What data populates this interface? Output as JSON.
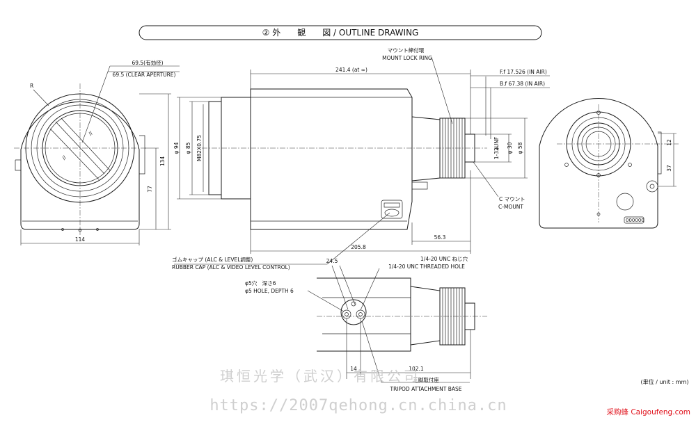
{
  "title": "② 外　　観　　図 / OUTLINE DRAWING",
  "front_view": {
    "radius_label": "R",
    "clear_aperture_jp": "69.5(有効径)",
    "clear_aperture_en": "69.5 (CLEAR APERTURE)",
    "height_total": "134",
    "height_center": "77",
    "width": "114"
  },
  "side_view": {
    "overall_length": "241.4 (at ∞)",
    "mount_lock_ring_jp": "マウント締付環",
    "mount_lock_ring_en": "MOUNT LOCK RING",
    "flange_focal": "F.f 17.526 (IN AIR)",
    "back_focal": "B.f 67.38 (IN AIR)",
    "diameter_94": "φ 94",
    "diameter_85": "φ 85",
    "filter_thread": "M82X0.75",
    "unf_thread": "1-32UNF",
    "diameter_30": "φ 30",
    "diameter_58": "φ 58",
    "c_mount_jp": "C マウント",
    "c_mount_en": "C-MOUNT",
    "length_56": "56.3",
    "length_205": "205.8",
    "rubber_cap_jp": "ゴムキャップ (ALC & LEVEL調整)",
    "rubber_cap_en": "RUBBER CAP (ALC & VIDEO LEVEL CONTROL)"
  },
  "rear_view": {
    "dim_12": "12",
    "dim_37": "37"
  },
  "bottom_view": {
    "dim_24": "24.5",
    "thread_jp": "1/4-20 UNC ねじ穴",
    "thread_en": "1/4-20 UNC THREADED HOLE",
    "hole_jp": "φ5穴　深さ6",
    "hole_en": "φ5 HOLE, DEPTH 6",
    "dim_14": "14",
    "dim_102": "102.1",
    "tripod_jp": "三脚取付座",
    "tripod_en": "TRIPOD ATTACHMENT BASE"
  },
  "unit_note": "(単位 / unit : mm)",
  "watermark_cn": "琪恒光学（武汉）有限公司",
  "watermark_url": "https://2007qehong.cn.china.cn",
  "brand": "采购蜂 Caigoufeng.com"
}
